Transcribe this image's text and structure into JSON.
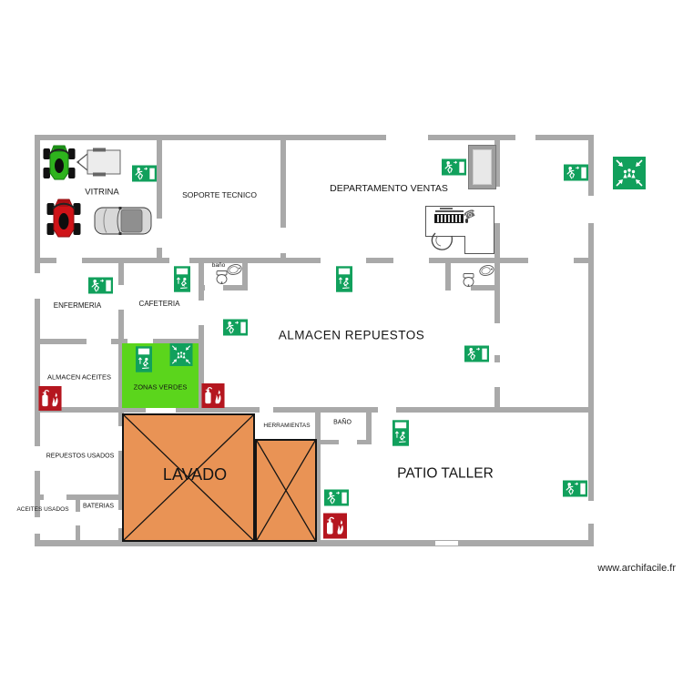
{
  "plan": {
    "rooms": {
      "vitrina": {
        "label": "VITRINA"
      },
      "soporte_tecnico": {
        "label": "SOPORTE TECNICO"
      },
      "departamento_ventas": {
        "label": "DEPARTAMENTO VENTAS"
      },
      "enfermeria": {
        "label": "ENFERMERIA"
      },
      "cafeteria": {
        "label": "CAFETERIA"
      },
      "bano_planta": {
        "label": "baño"
      },
      "almacen_repuestos": {
        "label": "ALMACEN REPUESTOS"
      },
      "almacen_aceites": {
        "label": "ALMACEN ACEITES"
      },
      "zonas_verdes": {
        "label": "ZONAS VERDES"
      },
      "repuestos_usados": {
        "label": "REPUESTOS USADOS"
      },
      "aceites_usados": {
        "label": "ACEITES USADOS"
      },
      "baterias": {
        "label": "BATERIAS"
      },
      "lavado": {
        "label": "LAVADO"
      },
      "herramientas": {
        "label": "HERRAMIENTAS"
      },
      "bano_patio": {
        "label": "BAÑO"
      },
      "patio_taller": {
        "label": "PATIO TALLER"
      }
    },
    "colors": {
      "wall": "#a9a9a9",
      "exit_sign_green": "#11a05c",
      "zone_green": "#5bd51c",
      "wash_orange": "#e99355",
      "fire_red": "#b5161f"
    },
    "symbols": {
      "emergency_exit": "running-man-exit-sign",
      "assembly_point": "assembly-point-sign",
      "fire_extinguisher": "fire-extinguisher-sign"
    }
  },
  "watermark": "www.archifacile.fr"
}
